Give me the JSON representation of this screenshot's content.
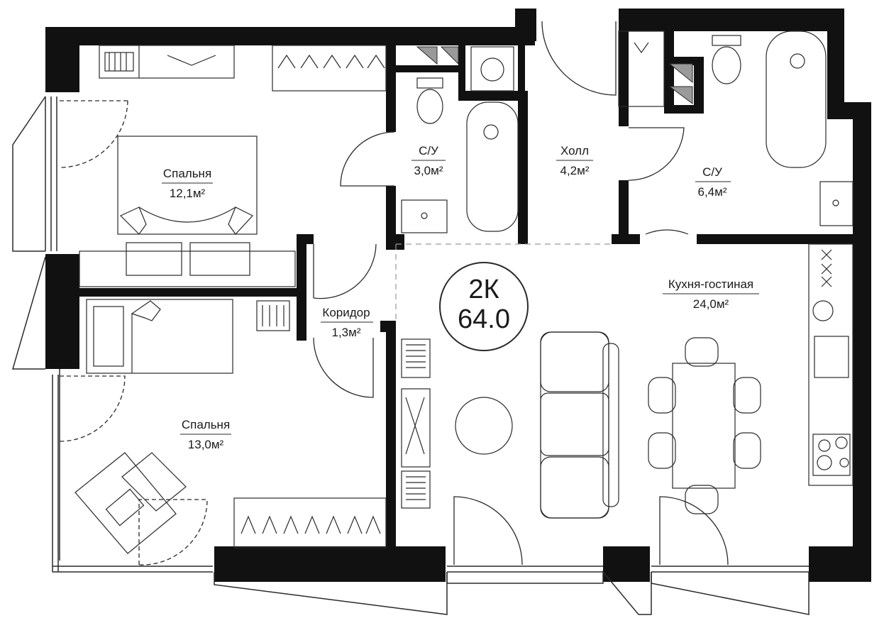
{
  "plan": {
    "badge": {
      "type": "2К",
      "area": "64.0"
    },
    "rooms": [
      {
        "id": "bedroom-1",
        "name": "Спальня",
        "area": "12,1м²"
      },
      {
        "id": "bathroom-1",
        "name": "С/У",
        "area": "3,0м²"
      },
      {
        "id": "hall",
        "name": "Холл",
        "area": "4,2м²"
      },
      {
        "id": "bathroom-2",
        "name": "С/У",
        "area": "6,4м²"
      },
      {
        "id": "corridor",
        "name": "Коридор",
        "area": "1,3м²"
      },
      {
        "id": "kitchen-living",
        "name": "Кухня-гостиная",
        "area": "24,0м²"
      },
      {
        "id": "bedroom-2",
        "name": "Спальня",
        "area": "13,0м²"
      }
    ],
    "colors": {
      "wall": "#111111",
      "line": "#2a2a2a",
      "background": "#ffffff",
      "accent": "#9a9a9a"
    }
  }
}
